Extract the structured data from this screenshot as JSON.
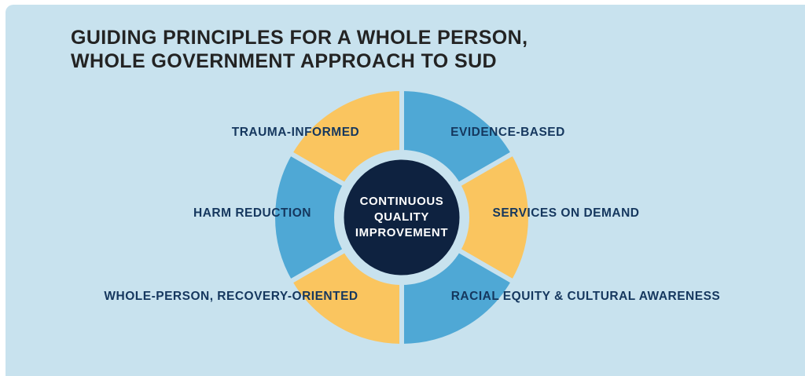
{
  "title": {
    "line1": "GUIDING PRINCIPLES FOR A WHOLE PERSON,",
    "line2": "WHOLE GOVERNMENT APPROACH TO SUD"
  },
  "center": {
    "line1": "CONTINUOUS",
    "line2": "QUALITY",
    "line3": "IMPROVEMENT"
  },
  "colors": {
    "background_card": "#c8e2ee",
    "page_margin": "#ffffff",
    "yellow_segment": "#fac55f",
    "blue_segment": "#4fa8d5",
    "center_circle_navy": "#0e2240",
    "label_navy": "#15375e",
    "title_dark": "#232323",
    "center_text": "#ffffff"
  },
  "donut": {
    "segments": [
      {
        "label": "EVIDENCE-BASED",
        "color": "blue_segment",
        "position": "top-right"
      },
      {
        "label": "SERVICES ON DEMAND",
        "color": "yellow_segment",
        "position": "right"
      },
      {
        "label": "RACIAL EQUITY & CULTURAL AWARENESS",
        "color": "blue_segment",
        "position": "bottom-right"
      },
      {
        "label": "WHOLE-PERSON, RECOVERY-ORIENTED",
        "color": "yellow_segment",
        "position": "bottom-left"
      },
      {
        "label": "HARM REDUCTION",
        "color": "blue_segment",
        "position": "left"
      },
      {
        "label": "TRAUMA-INFORMED",
        "color": "yellow_segment",
        "position": "top-left"
      }
    ],
    "center_label": "CONTINUOUS QUALITY IMPROVEMENT"
  }
}
